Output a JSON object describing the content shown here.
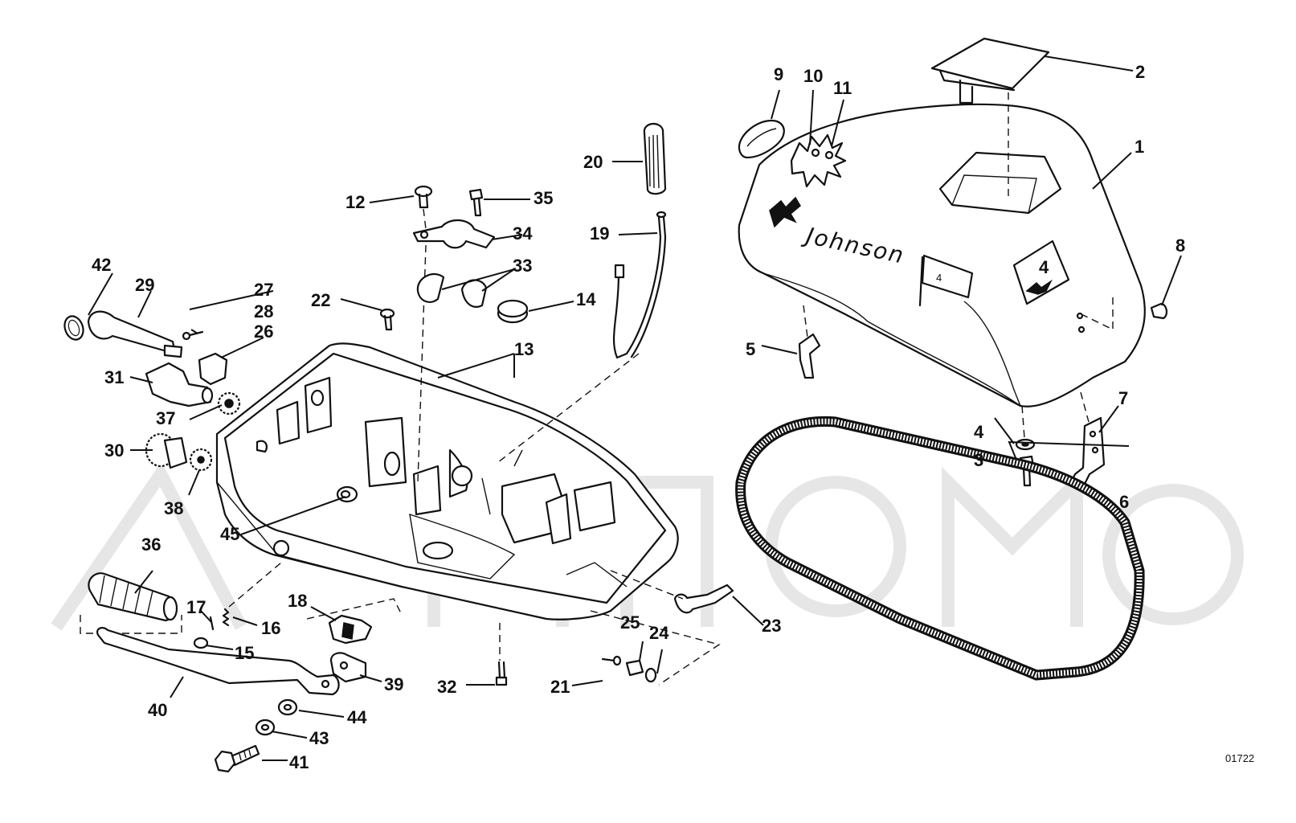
{
  "diagram": {
    "code": "01722",
    "brand": "Johnson",
    "badge_small": "4",
    "badge_large": "4",
    "callouts": [
      "1",
      "2",
      "3",
      "4",
      "5",
      "6",
      "7",
      "8",
      "9",
      "10",
      "11",
      "12",
      "13",
      "14",
      "15",
      "16",
      "17",
      "18",
      "19",
      "20",
      "21",
      "22",
      "23",
      "24",
      "25",
      "26",
      "27",
      "28",
      "29",
      "30",
      "31",
      "32",
      "33",
      "34",
      "35",
      "36",
      "37",
      "38",
      "39",
      "40",
      "41",
      "42",
      "43",
      "44",
      "45"
    ]
  }
}
